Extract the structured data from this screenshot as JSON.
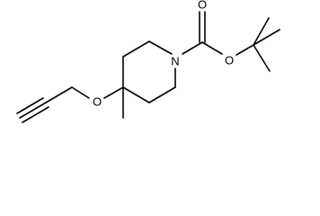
{
  "molecule": {
    "atoms": {
      "nitrogen": "N",
      "ester_oxygen": "O",
      "carbonyl_oxygen": "O",
      "ether_oxygen": "O"
    }
  }
}
